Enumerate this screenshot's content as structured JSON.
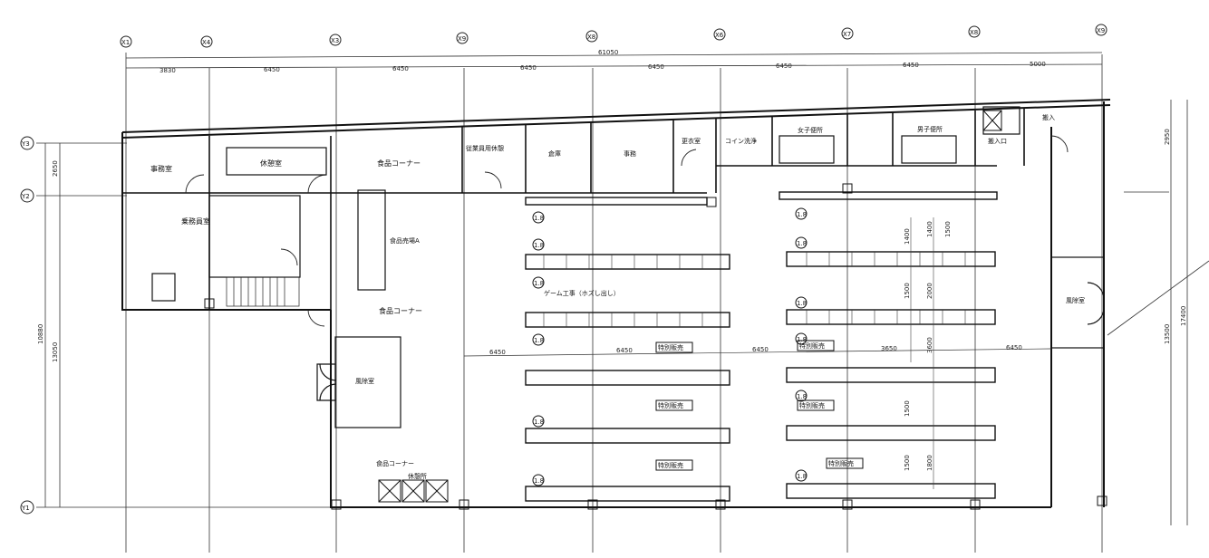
{
  "colors": {
    "line": "#1a1a1a",
    "thin": "#444444",
    "paper": "#ffffff"
  },
  "axes_x": [
    "X1",
    "X4",
    "X3",
    "X9",
    "X8",
    "X6",
    "X7",
    "X8",
    "X9"
  ],
  "axes_y": [
    "Y3",
    "Y2",
    "Y1"
  ],
  "dims_top": [
    "3830",
    "6450",
    "6450",
    "6450",
    "6450",
    "6450",
    "6450",
    "5000"
  ],
  "dim_total": "61050",
  "dims_left": [
    "2650",
    "10880",
    "13050"
  ],
  "dims_right": [
    "2950",
    "17400",
    "13500"
  ],
  "rooms": {
    "r1": "事務室",
    "r2": "休憩室",
    "r3": "乗務員室",
    "r4": "食品コーナー",
    "r5": "従業員用休憩",
    "r6": "倉庫",
    "r7": "事務",
    "r8": "更衣室",
    "r9": "コイン洗浄",
    "r10": "女子便所",
    "r11": "男子便所",
    "r12": "搬入",
    "r13": "搬入口",
    "r14": "食品売場A",
    "r15": "食品コーナー",
    "r16": "風除室",
    "r17": "食品コーナー",
    "r18": "休憩所",
    "r19": "風除室",
    "r20": "ゲーム工事（ホズし出し）"
  },
  "shelf_tags": [
    "特別販売",
    "特別販売",
    "特別販売",
    "特別販売",
    "特別販売",
    "特別販売"
  ],
  "shelf_marks": [
    "1.8",
    "1.8",
    "1.8",
    "1.8",
    "1.8",
    "1.8",
    "1.8",
    "1.8",
    "1.8",
    "1.8",
    "1.8",
    "1.8"
  ],
  "aisle_dims": [
    "6450",
    "6450",
    "6450",
    "3650",
    "6450"
  ],
  "vertical_dims": [
    "1400",
    "1400",
    "1500",
    "2000",
    "1500",
    "3600",
    "1500",
    "1500",
    "1800"
  ]
}
